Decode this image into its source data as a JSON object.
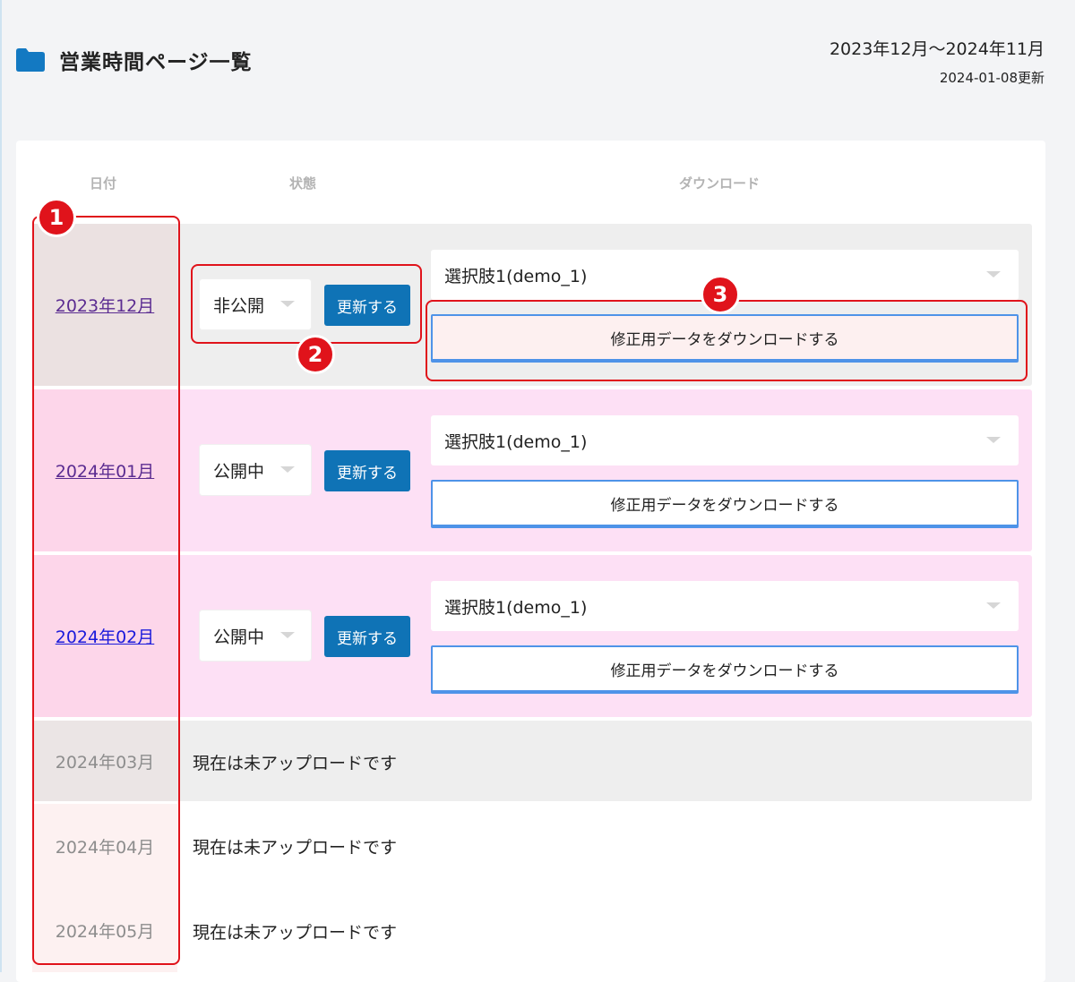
{
  "header": {
    "title": "営業時間ページ一覧",
    "date_range": "2023年12月〜2024年11月",
    "updated": "2024-01-08更新"
  },
  "table": {
    "columns": [
      "日付",
      "状態",
      "ダウンロード"
    ],
    "rows": [
      {
        "date": "2023年12月",
        "status": "非公開",
        "update_label": "更新する",
        "choice": "選択肢1(demo_1)",
        "download_label": "修正用データをダウンロードする"
      },
      {
        "date": "2024年01月",
        "status": "公開中",
        "update_label": "更新する",
        "choice": "選択肢1(demo_1)",
        "download_label": "修正用データをダウンロードする"
      },
      {
        "date": "2024年02月",
        "status": "公開中",
        "update_label": "更新する",
        "choice": "選択肢1(demo_1)",
        "download_label": "修正用データをダウンロードする"
      },
      {
        "date": "2024年03月",
        "message": "現在は未アップロードです"
      },
      {
        "date": "2024年04月",
        "message": "現在は未アップロードです"
      },
      {
        "date": "2024年05月",
        "message": "現在は未アップロードです"
      }
    ]
  },
  "callouts": [
    "1",
    "2",
    "3"
  ],
  "colors": {
    "accent_blue": "#0f73b6",
    "callout_red": "#e0131b",
    "row_pink": "#fde0f5",
    "row_gray": "#eeeeee",
    "download_border": "#4e93e8"
  },
  "icons": {
    "title_icon": "folder-icon",
    "select_caret": "caret-down-icon"
  }
}
